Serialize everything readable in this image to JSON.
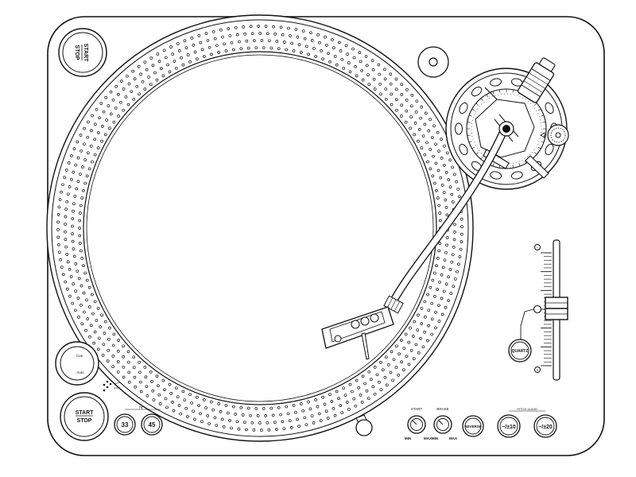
{
  "top_start_stop": {
    "line1": "START",
    "line2": "STOP"
  },
  "bottom_start_stop": {
    "line1": "START",
    "line2": "STOP"
  },
  "speed": {
    "group_label": "78",
    "btn_33": "33",
    "btn_45": "45"
  },
  "knobs": {
    "start": {
      "title": "START",
      "min": "MIN",
      "max": "MAX"
    },
    "brake": {
      "title": "BRAKE",
      "min": "MIN",
      "max": "MAX"
    }
  },
  "reverse_label": "REVERSE",
  "pitch": {
    "group_label": "PITCH ±10/20",
    "btn_10": "−/±10",
    "btn_20": "−/±20"
  },
  "quartz_label": "QUARTZ",
  "cue_knob": {
    "top": "Cue",
    "bottom": "Auto"
  },
  "slider": {
    "top_mark": "−",
    "bottom_mark": "+"
  },
  "colors": {
    "line": "#111111",
    "background": "#ffffff"
  }
}
